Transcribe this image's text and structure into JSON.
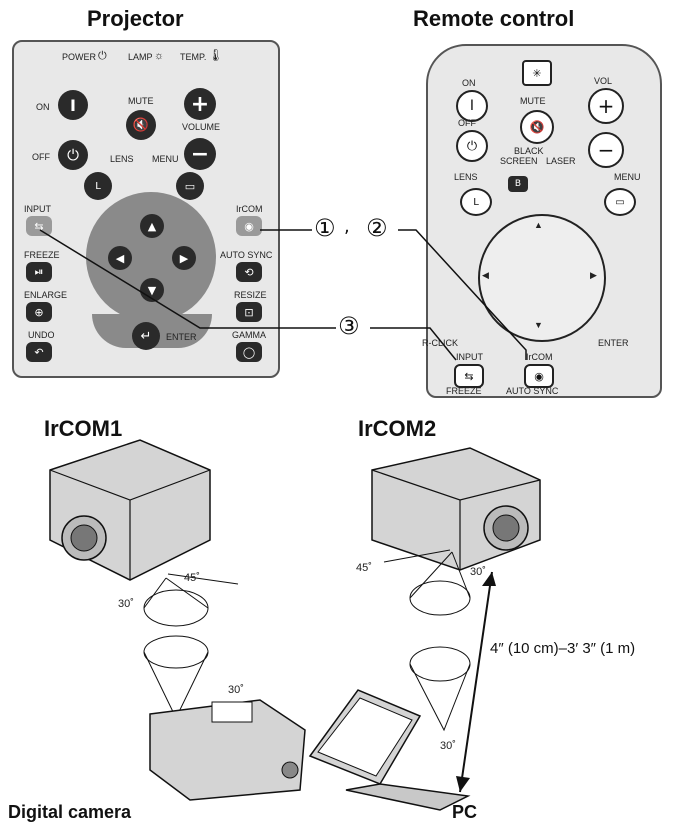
{
  "headings": {
    "projector": "Projector",
    "remote": "Remote control",
    "ircom1": "IrCOM1",
    "ircom2": "IrCOM2",
    "camera": "Digital camera",
    "pc": "PC"
  },
  "projector_panel": {
    "power": "POWER",
    "lamp": "LAMP",
    "temp": "TEMP.",
    "on": "ON",
    "off": "OFF",
    "mute": "MUTE",
    "volume": "VOLUME",
    "lens": "LENS",
    "menu": "MENU",
    "input": "INPUT",
    "ircom": "IrCOM",
    "freeze": "FREEZE",
    "auto_sync": "AUTO SYNC",
    "enlarge": "ENLARGE",
    "resize": "RESIZE",
    "undo": "UNDO",
    "gamma": "GAMMA",
    "enter": "ENTER"
  },
  "remote_panel": {
    "on": "ON",
    "off": "OFF",
    "mute": "MUTE",
    "vol": "VOL",
    "black_screen": "BLACK",
    "screen": "SCREEN",
    "laser": "LASER",
    "lens": "LENS",
    "menu": "MENU",
    "r_click": "R-CLICK",
    "enter": "ENTER",
    "input": "INPUT",
    "ircom": "IrCOM",
    "freeze": "FREEZE",
    "auto_sync": "AUTO SYNC"
  },
  "callouts": {
    "step1": "①",
    "comma": ",",
    "step2": "②",
    "step3": "③"
  },
  "angles": {
    "a1_45": "45˚",
    "a1_30": "30˚",
    "a1_cam30": "30˚",
    "a2_45": "45˚",
    "a2_30": "30˚",
    "a2_pc30": "30˚"
  },
  "distance": "4″ (10 cm)–3′ 3″ (1 m)",
  "icons": [
    "power-icon",
    "lamp-icon",
    "thermometer-icon",
    "mute-icon",
    "arrow-up-icon",
    "arrow-down-icon",
    "arrow-left-icon",
    "arrow-right-icon",
    "enter-icon",
    "laser-icon"
  ]
}
